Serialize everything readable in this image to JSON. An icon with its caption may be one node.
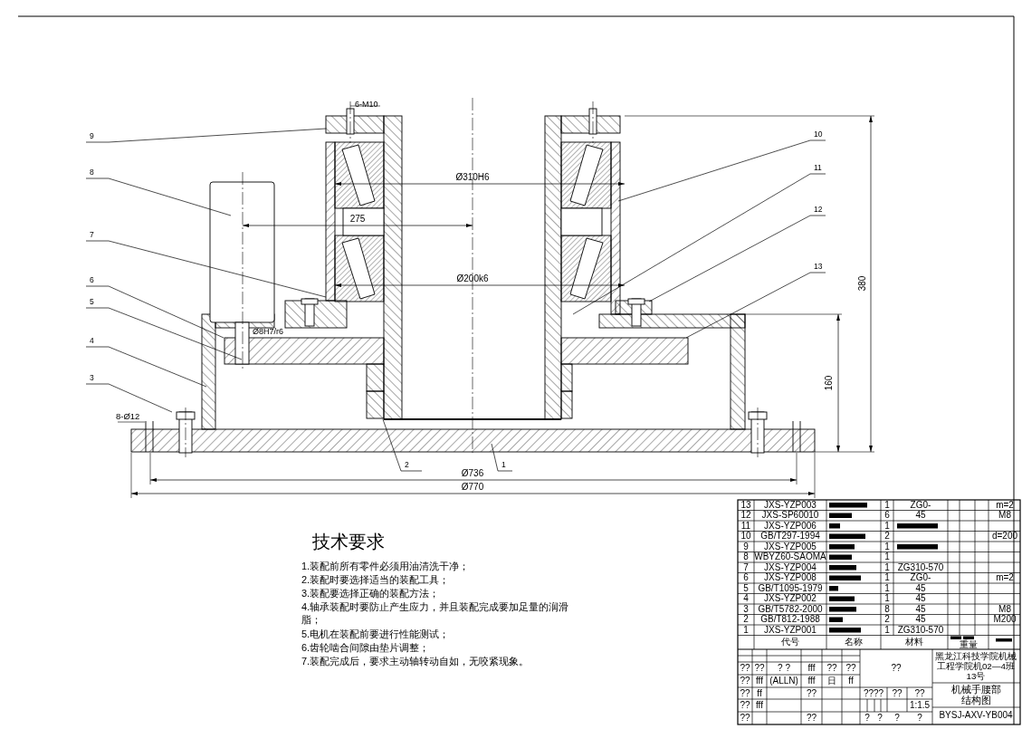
{
  "diagram": {
    "nodes": [
      {
        "text": [
          "9"
        ]
      },
      {
        "text": [
          "10"
        ]
      },
      {
        "text": [
          "8"
        ]
      },
      {
        "text": [
          "11"
        ]
      },
      {
        "text": [
          "12"
        ]
      },
      {
        "text": [
          "7"
        ]
      },
      {
        "text": [
          "13"
        ]
      },
      {
        "text": [
          "6"
        ]
      },
      {
        "text": [
          "5"
        ]
      },
      {
        "text": [
          "4"
        ]
      },
      {
        "text": [
          "3"
        ]
      },
      {
        "text": [
          "2"
        ]
      },
      {
        "text": [
          "1"
        ]
      }
    ],
    "edges": [
      {
        "from": 0,
        "to": null,
        "arrow": "none"
      },
      {
        "from": 1,
        "to": null,
        "arrow": "none"
      },
      {
        "from": 2,
        "to": null,
        "arrow": "none"
      },
      {
        "from": 3,
        "to": null,
        "arrow": "none"
      },
      {
        "from": 4,
        "to": null,
        "arrow": "none"
      },
      {
        "from": 5,
        "to": null,
        "arrow": "none"
      },
      {
        "from": 6,
        "to": null,
        "arrow": "none"
      },
      {
        "from": 7,
        "to": null,
        "arrow": "none"
      },
      {
        "from": 8,
        "to": null,
        "arrow": "none"
      },
      {
        "from": 9,
        "to": null,
        "arrow": "none"
      },
      {
        "from": 10,
        "to": null,
        "arrow": "none"
      },
      {
        "from": 11,
        "to": null,
        "arrow": "none"
      },
      {
        "from": 12,
        "to": null,
        "arrow": "none"
      }
    ],
    "labels": [
      "6-M10",
      "Ø310H6",
      "275",
      "Ø200k6",
      "Ø8H7/r6",
      "8-Ø12",
      "380",
      "160",
      "Ø736",
      "Ø770",
      "技术要求",
      "1.装配前所有零件必须用油清洗干净；",
      "2.装配时要选择适当的装配工具；",
      "3.装配要选择正确的装配方法；",
      "4.轴承装配时要防止产生应力，并且装配完成要加足量的润滑脂；",
      "5.电机在装配前要进行性能测试；",
      "6.齿轮啮合间隙由垫片调整；",
      "7.装配完成后，要求主动轴转动自如，无咬紧现象。",
      "13",
      "JXS-YZP003",
      "1",
      "ZG0-",
      "m=2",
      "12",
      "JXS-SP60010",
      "6",
      "45",
      "M8",
      "11",
      "JXS-YZP006",
      "1",
      "10",
      "GB/T297-1994",
      "2",
      "d=200",
      "9",
      "JXS-YZP005",
      "1",
      "8",
      "WBYZ60-SAOMA",
      "1",
      "7",
      "JXS-YZP004",
      "1",
      "ZG310-570",
      "6",
      "JXS-YZP008",
      "1",
      "ZG0-",
      "m=2",
      "5",
      "GB/T1095-1979",
      "1",
      "45",
      "4",
      "JXS-YZP002",
      "1",
      "45",
      "3",
      "GB/T5782-2000",
      "8",
      "45",
      "M8",
      "2",
      "GB/T812-1988",
      "2",
      "45",
      "M200",
      "1",
      "JXS-YZP001",
      "1",
      "ZG310-570",
      "代号",
      "名称",
      "材料",
      "重量",
      "??",
      "黑龙江科技学院机械工程学院机02—4班13号",
      "机械手腰部结构图",
      "BYSJ-AXV-YB004",
      "??",
      "??",
      "? ?",
      "fff",
      "??",
      "??",
      "??",
      "fff",
      "(ALLN)",
      "fff",
      "日",
      "ff",
      "??",
      "ff",
      "??",
      "??",
      "fff",
      "??",
      "??",
      "????",
      "??",
      "??",
      "1:1.5",
      "?",
      "?",
      "?",
      "?"
    ]
  }
}
